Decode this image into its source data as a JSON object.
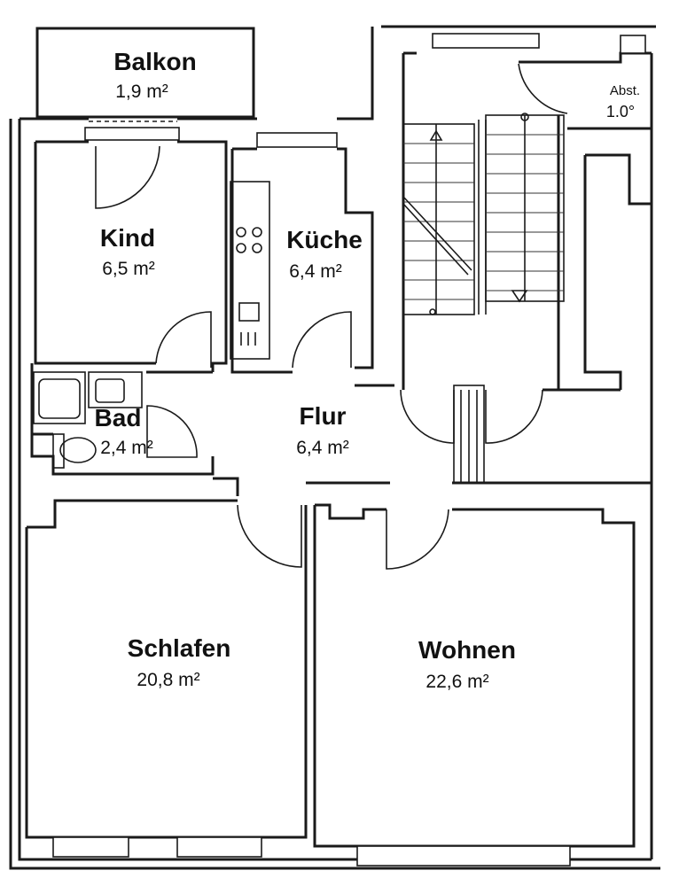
{
  "rooms": {
    "balkon": {
      "name": "Balkon",
      "area": "1,9 m²"
    },
    "kind": {
      "name": "Kind",
      "area": "6,5 m²"
    },
    "kueche": {
      "name": "Küche",
      "area": "6,4 m²"
    },
    "bad": {
      "name": "Bad",
      "area": "2,4 m²"
    },
    "flur": {
      "name": "Flur",
      "area": "6,4 m²"
    },
    "schlafen": {
      "name": "Schlafen",
      "area": "20,8 m²"
    },
    "wohnen": {
      "name": "Wohnen",
      "area": "22,6 m²"
    },
    "abst": {
      "name": "Abst.",
      "area": "1.0"
    }
  }
}
